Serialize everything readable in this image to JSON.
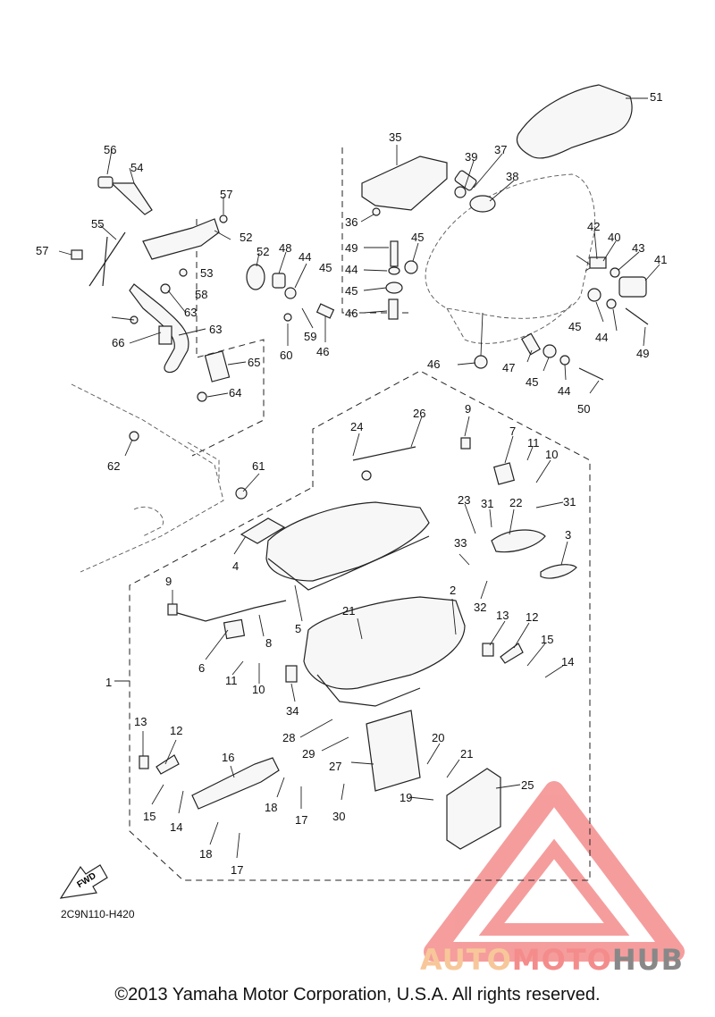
{
  "diagram": {
    "code": "2C9N110-H420",
    "fwd_label": "FWD",
    "callouts": [
      "1",
      "2",
      "3",
      "4",
      "5",
      "6",
      "7",
      "8",
      "9",
      "9",
      "10",
      "10",
      "11",
      "11",
      "12",
      "12",
      "13",
      "13",
      "14",
      "14",
      "15",
      "15",
      "16",
      "17",
      "17",
      "18",
      "18",
      "19",
      "20",
      "21",
      "21",
      "22",
      "23",
      "24",
      "25",
      "26",
      "27",
      "28",
      "29",
      "30",
      "31",
      "31",
      "32",
      "33",
      "34",
      "35",
      "36",
      "37",
      "38",
      "39",
      "40",
      "41",
      "42",
      "43",
      "44",
      "44",
      "44",
      "44",
      "45",
      "45",
      "45",
      "45",
      "45",
      "46",
      "46",
      "46",
      "47",
      "48",
      "49",
      "49",
      "50",
      "51",
      "52",
      "52",
      "53",
      "54",
      "55",
      "56",
      "57",
      "57",
      "58",
      "59",
      "60",
      "61",
      "62",
      "63",
      "63",
      "64",
      "65",
      "66"
    ]
  },
  "watermark": {
    "part1": "AUTO",
    "part2": "MOTO",
    "part3": "HUB"
  },
  "colors": {
    "watermark_red": "#f48c8c",
    "watermark_orange": "#f7c79a",
    "watermark_gray": "#888888"
  },
  "copyright": "©2013 Yamaha Motor Corporation, U.S.A. All rights reserved."
}
